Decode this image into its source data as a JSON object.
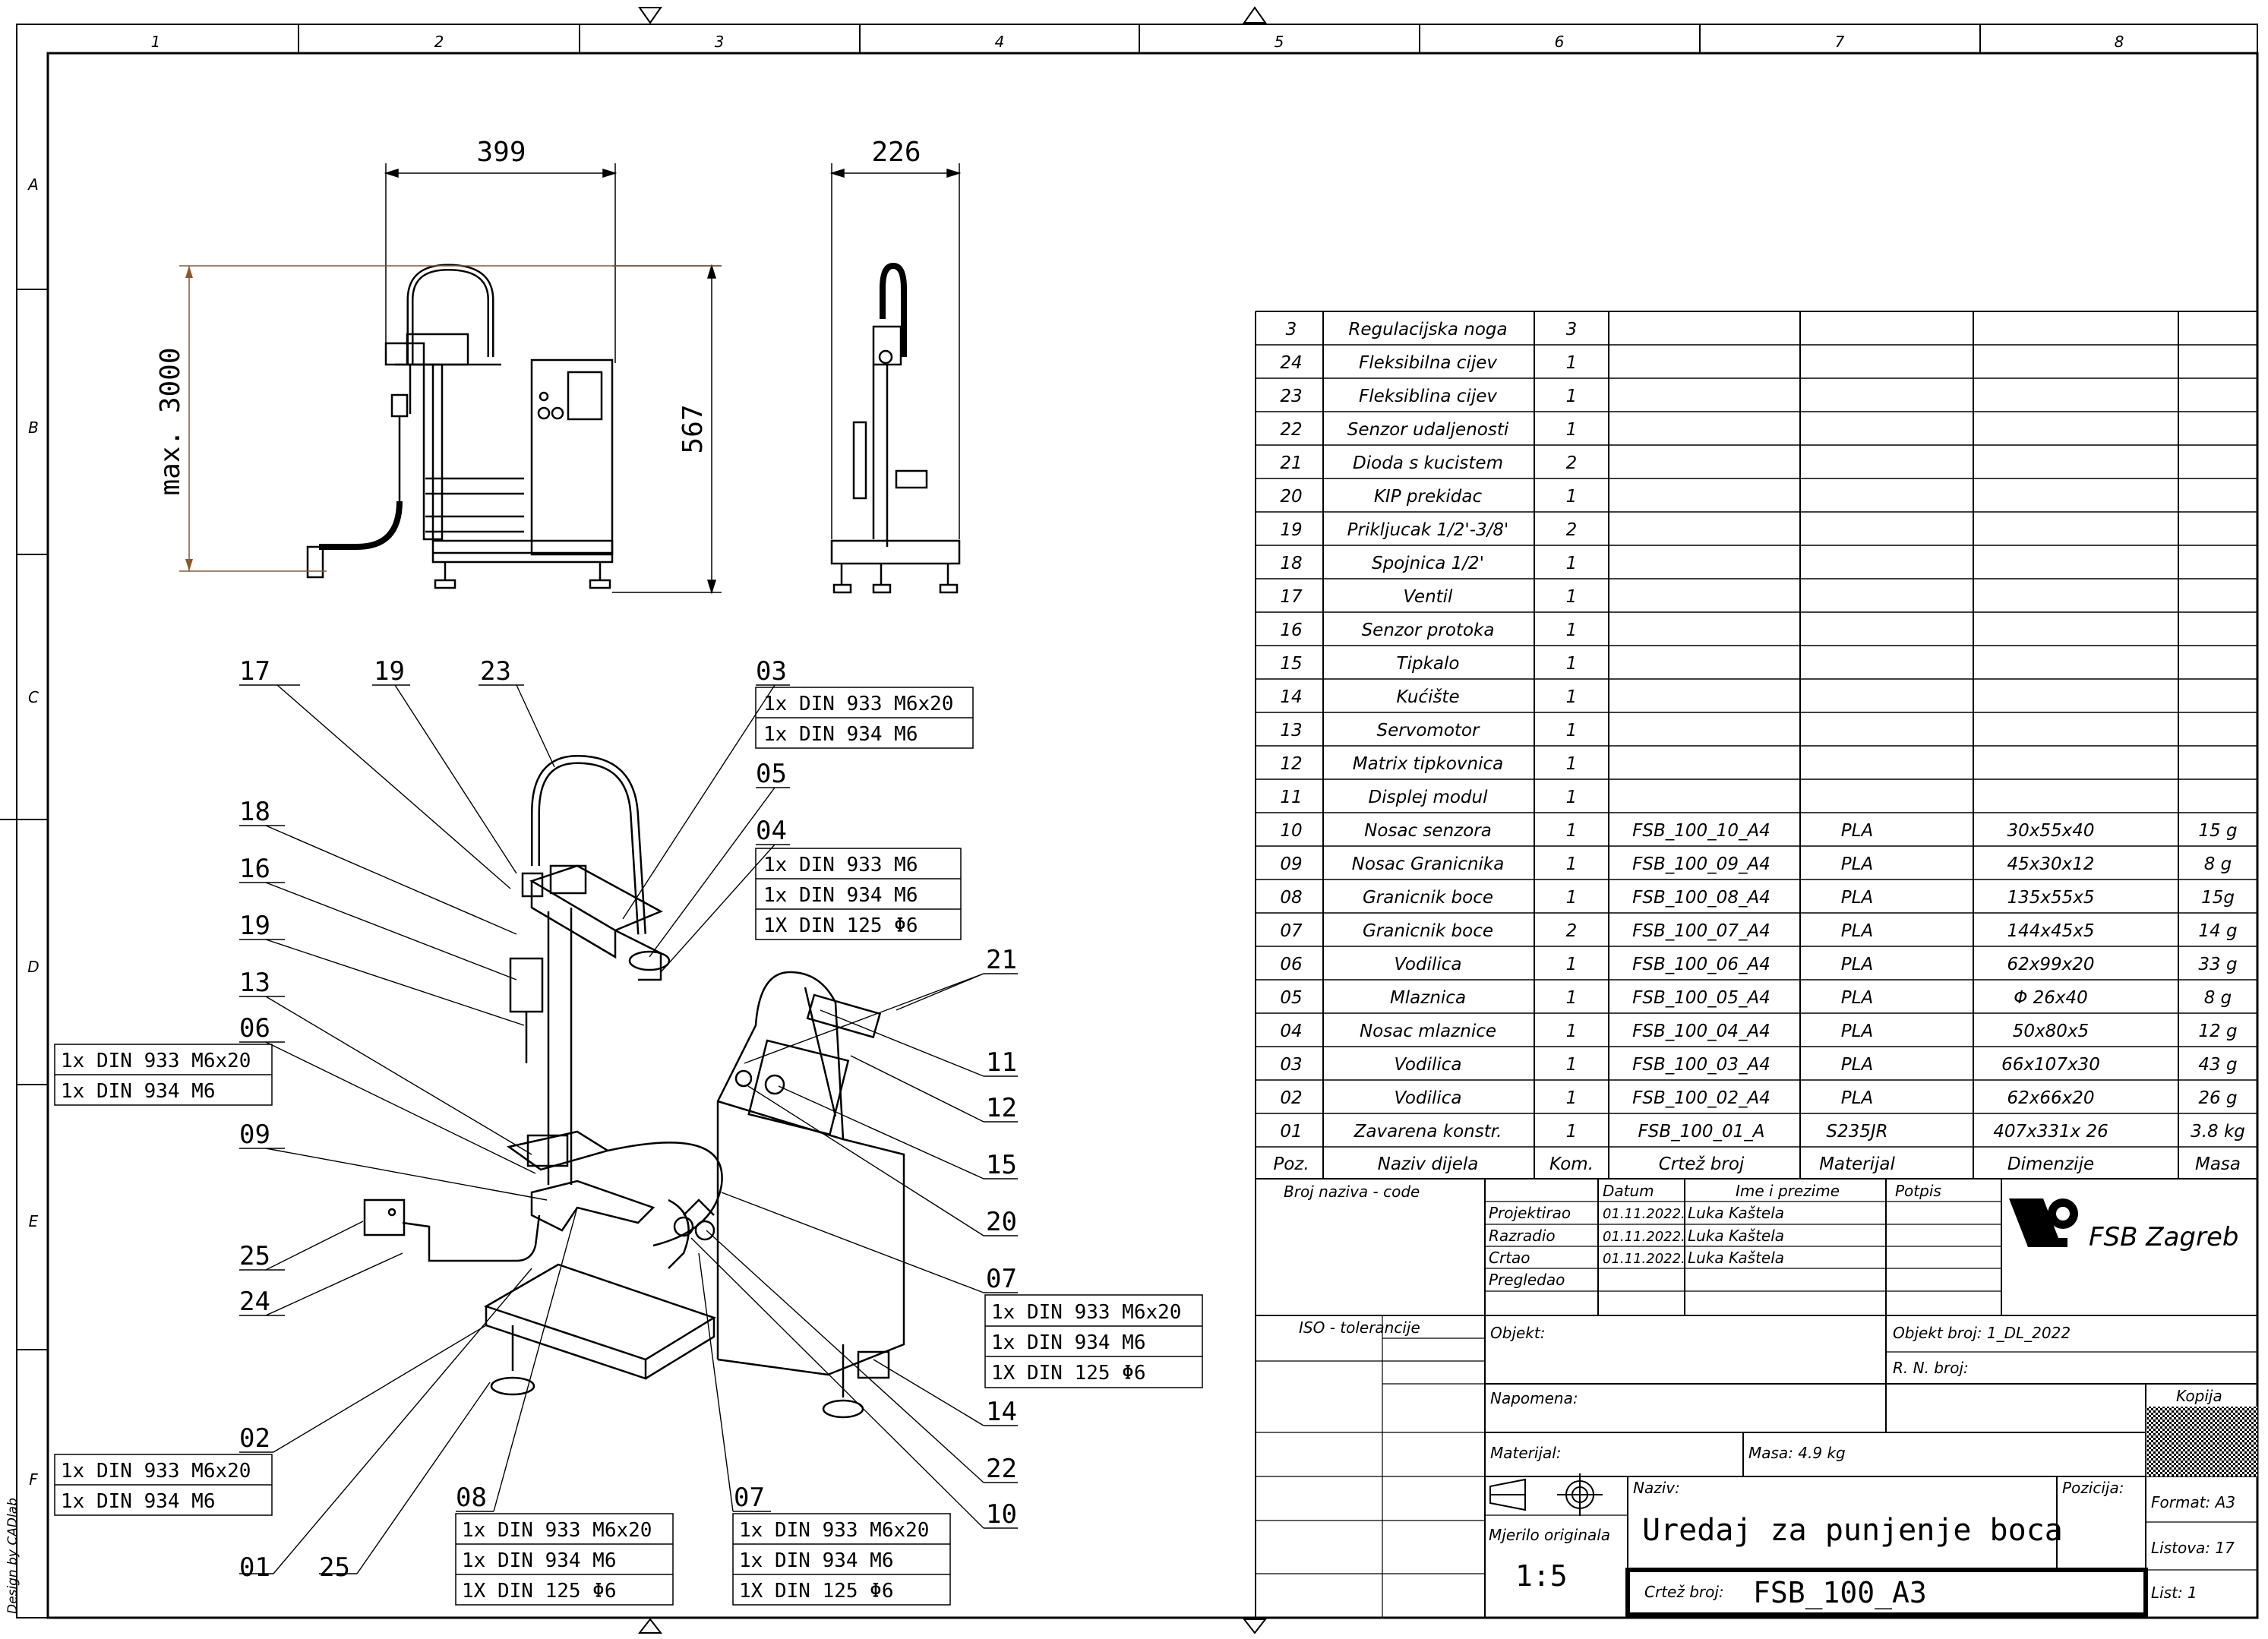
{
  "frame": {
    "col_labels": [
      "1",
      "2",
      "3",
      "4",
      "5",
      "6",
      "7",
      "8"
    ],
    "row_labels": [
      "A",
      "B",
      "C",
      "D",
      "E",
      "F"
    ],
    "side_note": "Design by CADlab"
  },
  "views": {
    "front_width": "399",
    "side_width": "226",
    "height": "567",
    "max_height": "max. 3000",
    "max_height_color": "#8B5A2B"
  },
  "balloons": {
    "left": [
      "17",
      "19",
      "23",
      "18",
      "16",
      "19",
      "13",
      "06",
      "09",
      "25",
      "24",
      "02",
      "01",
      "25",
      "08",
      "07"
    ],
    "right": [
      "03",
      "05",
      "04",
      "21",
      "11",
      "12",
      "15",
      "20",
      "07",
      "14",
      "22",
      "10"
    ]
  },
  "fastener_boxes": [
    {
      "lines": [
        "1x DIN 933 M6x20",
        "1x DIN 934 M6"
      ]
    },
    {
      "lines": [
        "1x DIN 933 M6",
        "1x DIN 934 M6",
        "1X DIN 125 Φ6"
      ]
    },
    {
      "lines": [
        "1x DIN 933 M6x20",
        "1x DIN 934 M6"
      ]
    },
    {
      "lines": [
        "1x DIN 933 M6x20",
        "1x DIN 934 M6",
        "1X DIN 125 Φ6"
      ]
    },
    {
      "lines": [
        "1x DIN 933 M6x20",
        "1x DIN 934 M6"
      ]
    },
    {
      "lines": [
        "1x DIN 933 M6x20",
        "1x DIN 934 M6",
        "1X DIN 125 Φ6"
      ]
    },
    {
      "lines": [
        "1x DIN 933 M6x20",
        "1x DIN 934 M6",
        "1X DIN 125 Φ6"
      ]
    }
  ],
  "parts_list": {
    "header": [
      "Poz.",
      "Naziv dijela",
      "Kom.",
      "Crtež broj",
      "Materijal",
      "Dimenzije",
      "Masa"
    ],
    "rows": [
      [
        "3",
        "Regulacijska noga",
        "3",
        "",
        "",
        "",
        ""
      ],
      [
        "24",
        "Fleksibilna cijev",
        "1",
        "",
        "",
        "",
        ""
      ],
      [
        "23",
        "Fleksiblina cijev",
        "1",
        "",
        "",
        "",
        ""
      ],
      [
        "22",
        "Senzor udaljenosti",
        "1",
        "",
        "",
        "",
        ""
      ],
      [
        "21",
        "Dioda s kucistem",
        "2",
        "",
        "",
        "",
        ""
      ],
      [
        "20",
        "KIP prekidac",
        "1",
        "",
        "",
        "",
        ""
      ],
      [
        "19",
        "Prikljucak 1/2'-3/8'",
        "2",
        "",
        "",
        "",
        ""
      ],
      [
        "18",
        "Spojnica 1/2'",
        "1",
        "",
        "",
        "",
        ""
      ],
      [
        "17",
        "Ventil",
        "1",
        "",
        "",
        "",
        ""
      ],
      [
        "16",
        "Senzor protoka",
        "1",
        "",
        "",
        "",
        ""
      ],
      [
        "15",
        "Tipkalo",
        "1",
        "",
        "",
        "",
        ""
      ],
      [
        "14",
        "Kućište",
        "1",
        "",
        "",
        "",
        ""
      ],
      [
        "13",
        "Servomotor",
        "1",
        "",
        "",
        "",
        ""
      ],
      [
        "12",
        "Matrix tipkovnica",
        "1",
        "",
        "",
        "",
        ""
      ],
      [
        "11",
        "Displej modul",
        "1",
        "",
        "",
        "",
        ""
      ],
      [
        "10",
        "Nosac senzora",
        "1",
        "FSB_100_10_A4",
        "PLA",
        "30x55x40",
        "15 g"
      ],
      [
        "09",
        "Nosac Granicnika",
        "1",
        "FSB_100_09_A4",
        "PLA",
        "45x30x12",
        "8 g"
      ],
      [
        "08",
        "Granicnik boce",
        "1",
        "FSB_100_08_A4",
        "PLA",
        "135x55x5",
        "15g"
      ],
      [
        "07",
        "Granicnik boce",
        "2",
        "FSB_100_07_A4",
        "PLA",
        "144x45x5",
        "14 g"
      ],
      [
        "06",
        "Vodilica",
        "1",
        "FSB_100_06_A4",
        "PLA",
        "62x99x20",
        "33 g"
      ],
      [
        "05",
        "Mlaznica",
        "1",
        "FSB_100_05_A4",
        "PLA",
        "Φ 26x40",
        "8 g"
      ],
      [
        "04",
        "Nosac mlaznice",
        "1",
        "FSB_100_04_A4",
        "PLA",
        "50x80x5",
        "12 g"
      ],
      [
        "03",
        "Vodilica",
        "1",
        "FSB_100_03_A4",
        "PLA",
        "66x107x30",
        "43 g"
      ],
      [
        "02",
        "Vodilica",
        "1",
        "FSB_100_02_A4",
        "PLA",
        "62x66x20",
        "26 g"
      ],
      [
        "01",
        "Zavarena konstr.",
        "1",
        "FSB_100_01_A",
        "S235JR",
        "407x331x 26",
        "3.8 kg"
      ]
    ]
  },
  "title_block": {
    "code_label": "Broj naziva - code",
    "col_datum": "Datum",
    "col_name": "Ime i prezime",
    "col_sign": "Potpis",
    "people": [
      {
        "role": "Projektirao",
        "date": "01.11.2022.",
        "name": "Luka Kaštela"
      },
      {
        "role": "Razradio",
        "date": "01.11.2022.",
        "name": "Luka Kaštela"
      },
      {
        "role": "Crtao",
        "date": "01.11.2022.",
        "name": "Luka Kaštela"
      },
      {
        "role": "Pregledao",
        "date": "",
        "name": ""
      }
    ],
    "institution": "FSB Zagreb",
    "iso_label": "ISO - tolerancije",
    "objekt_label": "Objekt:",
    "objekt_broj": "Objekt broj: 1_DL_2022",
    "rn_broj": "R. N. broj:",
    "napomena": "Napomena:",
    "kopija": "Kopija",
    "materijal": "Materijal:",
    "masa": "Masa:  4.9 kg",
    "naziv_label": "Naziv:",
    "pozicija": "Pozicija:",
    "format": "Format: A3",
    "mjerilo_label": "Mjerilo originala",
    "scale": "1:5",
    "title": "Uredaj za punjenje boca",
    "listova": "Listova: 17",
    "crtez_label": "Crtež broj:",
    "drawing_no": "FSB_100_A3",
    "list": "List: 1"
  }
}
